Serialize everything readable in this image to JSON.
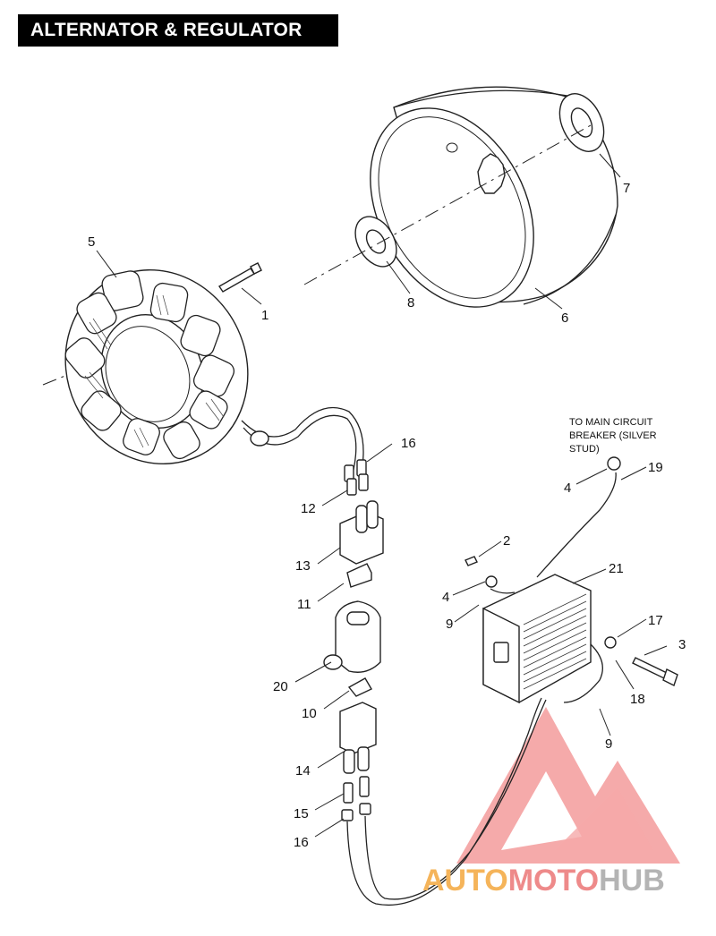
{
  "title": "ALTERNATOR & REGULATOR",
  "note": [
    "TO MAIN CIRCUIT",
    "BREAKER (SILVER",
    "STUD)"
  ],
  "callouts": {
    "c1": "1",
    "c2": "2",
    "c3": "3",
    "c4a": "4",
    "c4b": "4",
    "c5": "5",
    "c6": "6",
    "c7": "7",
    "c8": "8",
    "c9a": "9",
    "c9b": "9",
    "c10": "10",
    "c11": "11",
    "c12": "12",
    "c13": "13",
    "c14": "14",
    "c15": "15",
    "c16a": "16",
    "c16b": "16",
    "c17": "17",
    "c18": "18",
    "c19": "19",
    "c20": "20",
    "c21": "21"
  },
  "watermark": {
    "part1": "AUTO",
    "part2": "MOTO",
    "part3": "HUB",
    "colors": {
      "auto": "#f5b45a",
      "moto": "#ee8a8a",
      "hub": "#b4b4b4",
      "logo": "#f07b7b"
    }
  }
}
